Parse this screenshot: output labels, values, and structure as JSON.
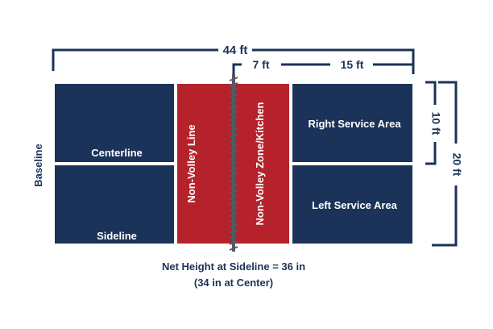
{
  "colors": {
    "navy": "#1b3358",
    "red": "#b5222c",
    "white": "#ffffff",
    "net": "#555a60",
    "dim": "#1b3358"
  },
  "dimensions": {
    "total_length": "44 ft",
    "kitchen_length": "7 ft",
    "service_length": "15 ft",
    "service_width": "10 ft",
    "court_width": "20 ft"
  },
  "court": {
    "baseline": "Baseline",
    "centerline": "Centerline",
    "sideline": "Sideline",
    "non_volley_line": "Non-Volley Line",
    "non_volley_zone": "Non-Volley Zone/Kitchen",
    "right_service_area": "Right Service Area",
    "left_service_area": "Left Service Area"
  },
  "net_note": {
    "line1": "Net Height at Sideline = 36 in",
    "line2": "(34 in at Center)"
  }
}
